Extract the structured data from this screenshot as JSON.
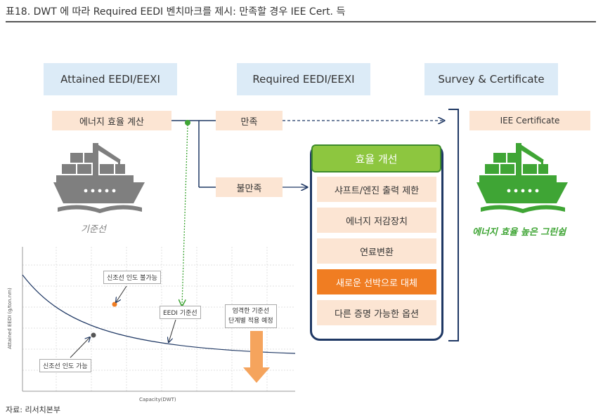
{
  "title": "표18. DWT 에 따라 Required EEDI 벤치마크를 제시: 만족할 경우 IEE Cert. 득",
  "headers": {
    "attained": "Attained EEDI/EEXI",
    "required": "Required EEDI/EEXI",
    "survey": "Survey & Certificate"
  },
  "flow": {
    "energy_calc": "에너지 효율 계산",
    "satisfy": "만족",
    "not_satisfy": "불만족",
    "certificate": "IEE Certificate"
  },
  "improvement": {
    "title": "효율 개선",
    "items": [
      "샤프트/엔진 출력 제한",
      "에너지 저감장치",
      "연료변환",
      "새로운 선박으로 대체",
      "다른 증명 가능한 옵션"
    ]
  },
  "ship_captions": {
    "base": "기준선",
    "green": "에너지 효율 높은 그린쉽"
  },
  "chart": {
    "label_fail": "신조선 인도 불가능",
    "label_baseline": "EEDI 기준선",
    "label_strict_1": "엄격한 기준선",
    "label_strict_2": "단계별 적용 예정",
    "label_ok": "신조선 인도 가능",
    "x_axis": "Capacity(DWT)",
    "y_axis": "Attained EEDI (g/ton.nm)"
  },
  "colors": {
    "header_bg": "#dcebf7",
    "peach": "#fce5d3",
    "orange": "#f07d22",
    "green": "#8dc63f",
    "navy": "#1f3864",
    "ship_gray": "#7f7f7f",
    "ship_green": "#3fa535"
  },
  "source": "자료: 리서치본부"
}
